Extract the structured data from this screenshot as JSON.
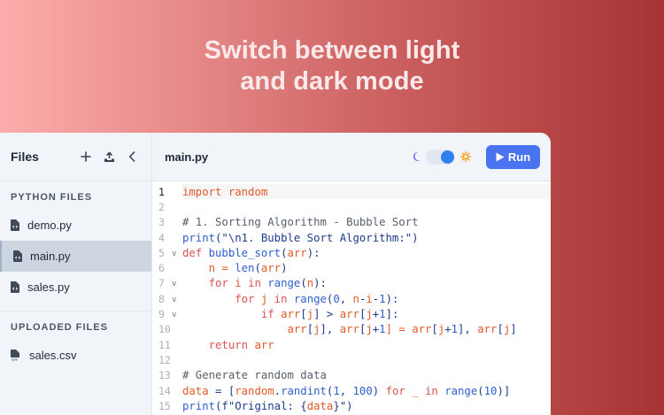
{
  "hero": {
    "line1": "Switch between light",
    "line2": "and dark mode"
  },
  "colors": {
    "gradient_start": "#fdadab",
    "gradient_end": "#a63434",
    "run_button": "#4a73f0",
    "toggle_knob": "#2f80ed",
    "sun_icon": "#f59e0b",
    "moon_icon": "#6366f1"
  },
  "sidebar": {
    "title": "Files",
    "actions": [
      {
        "icon": "plus-icon",
        "label": "New file"
      },
      {
        "icon": "upload-icon",
        "label": "Upload"
      },
      {
        "icon": "chevron-left-icon",
        "label": "Collapse"
      }
    ],
    "sections": [
      {
        "label": "PYTHON FILES",
        "files": [
          {
            "name": "demo.py",
            "icon": "code-file-icon",
            "active": false
          },
          {
            "name": "main.py",
            "icon": "code-file-icon",
            "active": true
          },
          {
            "name": "sales.py",
            "icon": "code-file-icon",
            "active": false
          }
        ]
      },
      {
        "label": "UPLOADED FILES",
        "files": [
          {
            "name": "sales.csv",
            "icon": "csv-file-icon",
            "active": false
          }
        ]
      }
    ]
  },
  "editor": {
    "tab_title": "main.py",
    "theme": {
      "moon_icon": "moon-icon",
      "sun_icon": "sun-icon",
      "toggle_state": "light"
    },
    "run_label": "Run",
    "active_line": 1,
    "lines": [
      {
        "n": "1",
        "fold": false,
        "text": "import random"
      },
      {
        "n": "2",
        "fold": false,
        "text": ""
      },
      {
        "n": "3",
        "fold": false,
        "text": "# 1. Sorting Algorithm - Bubble Sort"
      },
      {
        "n": "4",
        "fold": false,
        "text": "print(\"\\n1. Bubble Sort Algorithm:\")"
      },
      {
        "n": "5",
        "fold": true,
        "text": "def bubble_sort(arr):"
      },
      {
        "n": "6",
        "fold": false,
        "text": "    n = len(arr)"
      },
      {
        "n": "7",
        "fold": true,
        "text": "    for i in range(n):"
      },
      {
        "n": "8",
        "fold": true,
        "text": "        for j in range(0, n-i-1):"
      },
      {
        "n": "9",
        "fold": true,
        "text": "            if arr[j] > arr[j+1]:"
      },
      {
        "n": "10",
        "fold": false,
        "text": "                arr[j], arr[j+1] = arr[j+1], arr[j]"
      },
      {
        "n": "11",
        "fold": false,
        "text": "    return arr"
      },
      {
        "n": "12",
        "fold": false,
        "text": ""
      },
      {
        "n": "13",
        "fold": false,
        "text": "# Generate random data"
      },
      {
        "n": "14",
        "fold": false,
        "text": "data = [random.randint(1, 100) for _ in range(10)]"
      },
      {
        "n": "15",
        "fold": false,
        "text": "print(f\"Original: {data}\")"
      }
    ],
    "fold_glyph": "v",
    "tokens": {
      "l1": [
        "import",
        " random"
      ],
      "l3": "# 1. Sorting Algorithm - Bubble Sort",
      "l4": [
        "print",
        "(\"\\n1. Bubble Sort Algorithm:\")"
      ],
      "l5": [
        "def",
        " ",
        "bubble_sort",
        "(",
        "arr",
        "):"
      ],
      "l6": [
        "    ",
        "n",
        " = ",
        "len",
        "(",
        "arr",
        ")"
      ],
      "l7": [
        "    ",
        "for",
        " ",
        "i",
        " ",
        "in",
        " ",
        "range",
        "(",
        "n",
        "):"
      ],
      "l8": [
        "        ",
        "for",
        " ",
        "j",
        " ",
        "in",
        " ",
        "range",
        "(",
        "0",
        ", ",
        "n",
        "-",
        "i",
        "-",
        "1",
        "):"
      ],
      "l9": [
        "            ",
        "if",
        " ",
        "arr",
        "[",
        "j",
        "] > ",
        "arr",
        "[",
        "j",
        "+",
        "1",
        "]:"
      ],
      "l10": [
        "                ",
        "arr",
        "[",
        "j",
        "], ",
        "arr",
        "[",
        "j",
        "+",
        "1",
        "] = ",
        "arr",
        "[",
        "j",
        "+",
        "1",
        "], ",
        "arr",
        "[",
        "j",
        "]"
      ],
      "l11": [
        "    ",
        "return",
        " ",
        "arr"
      ],
      "l13": "# Generate random data",
      "l14": [
        "data",
        " = [",
        "random",
        ".",
        "randint",
        "(",
        "1",
        ", ",
        "100",
        ") ",
        "for",
        " ",
        "_",
        " ",
        "in",
        " ",
        "range",
        "(",
        "10",
        ")]"
      ],
      "l15": [
        "print",
        "(f\"Original: {",
        "data",
        "}\")"
      ]
    }
  }
}
